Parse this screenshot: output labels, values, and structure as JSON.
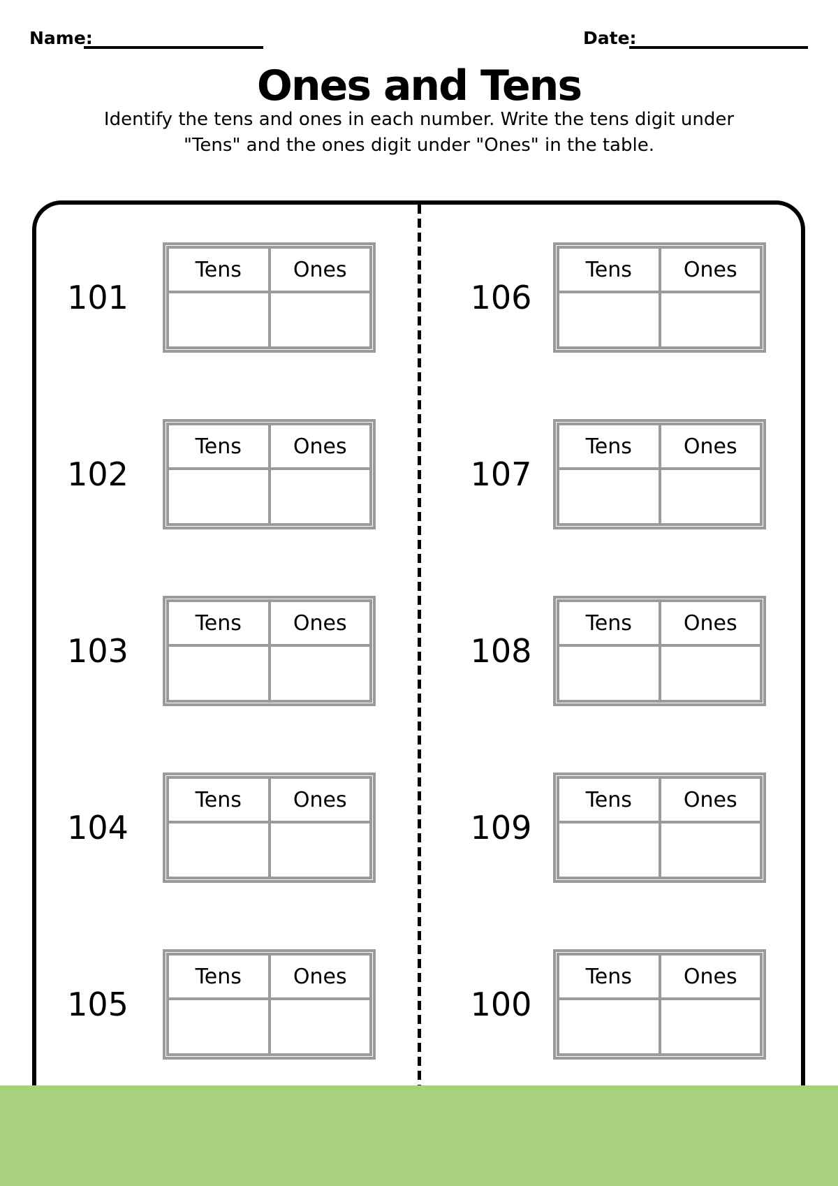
{
  "header": {
    "name_label": "Name:",
    "date_label": "Date:"
  },
  "title": "Ones and Tens",
  "instructions": {
    "line1": "Identify the tens and ones in each number. Write the tens digit under",
    "line2": "\"Tens\" and the ones digit under \"Ones\" in the table."
  },
  "table_headers": {
    "tens": "Tens",
    "ones": "Ones"
  },
  "problems": {
    "left": [
      "101",
      "102",
      "103",
      "104",
      "105"
    ],
    "right": [
      "106",
      "107",
      "108",
      "109",
      "100"
    ]
  },
  "colors": {
    "footer_green": "#a8d17e",
    "table_border_gray": "#9a9a9a",
    "ink_black": "#000000"
  }
}
